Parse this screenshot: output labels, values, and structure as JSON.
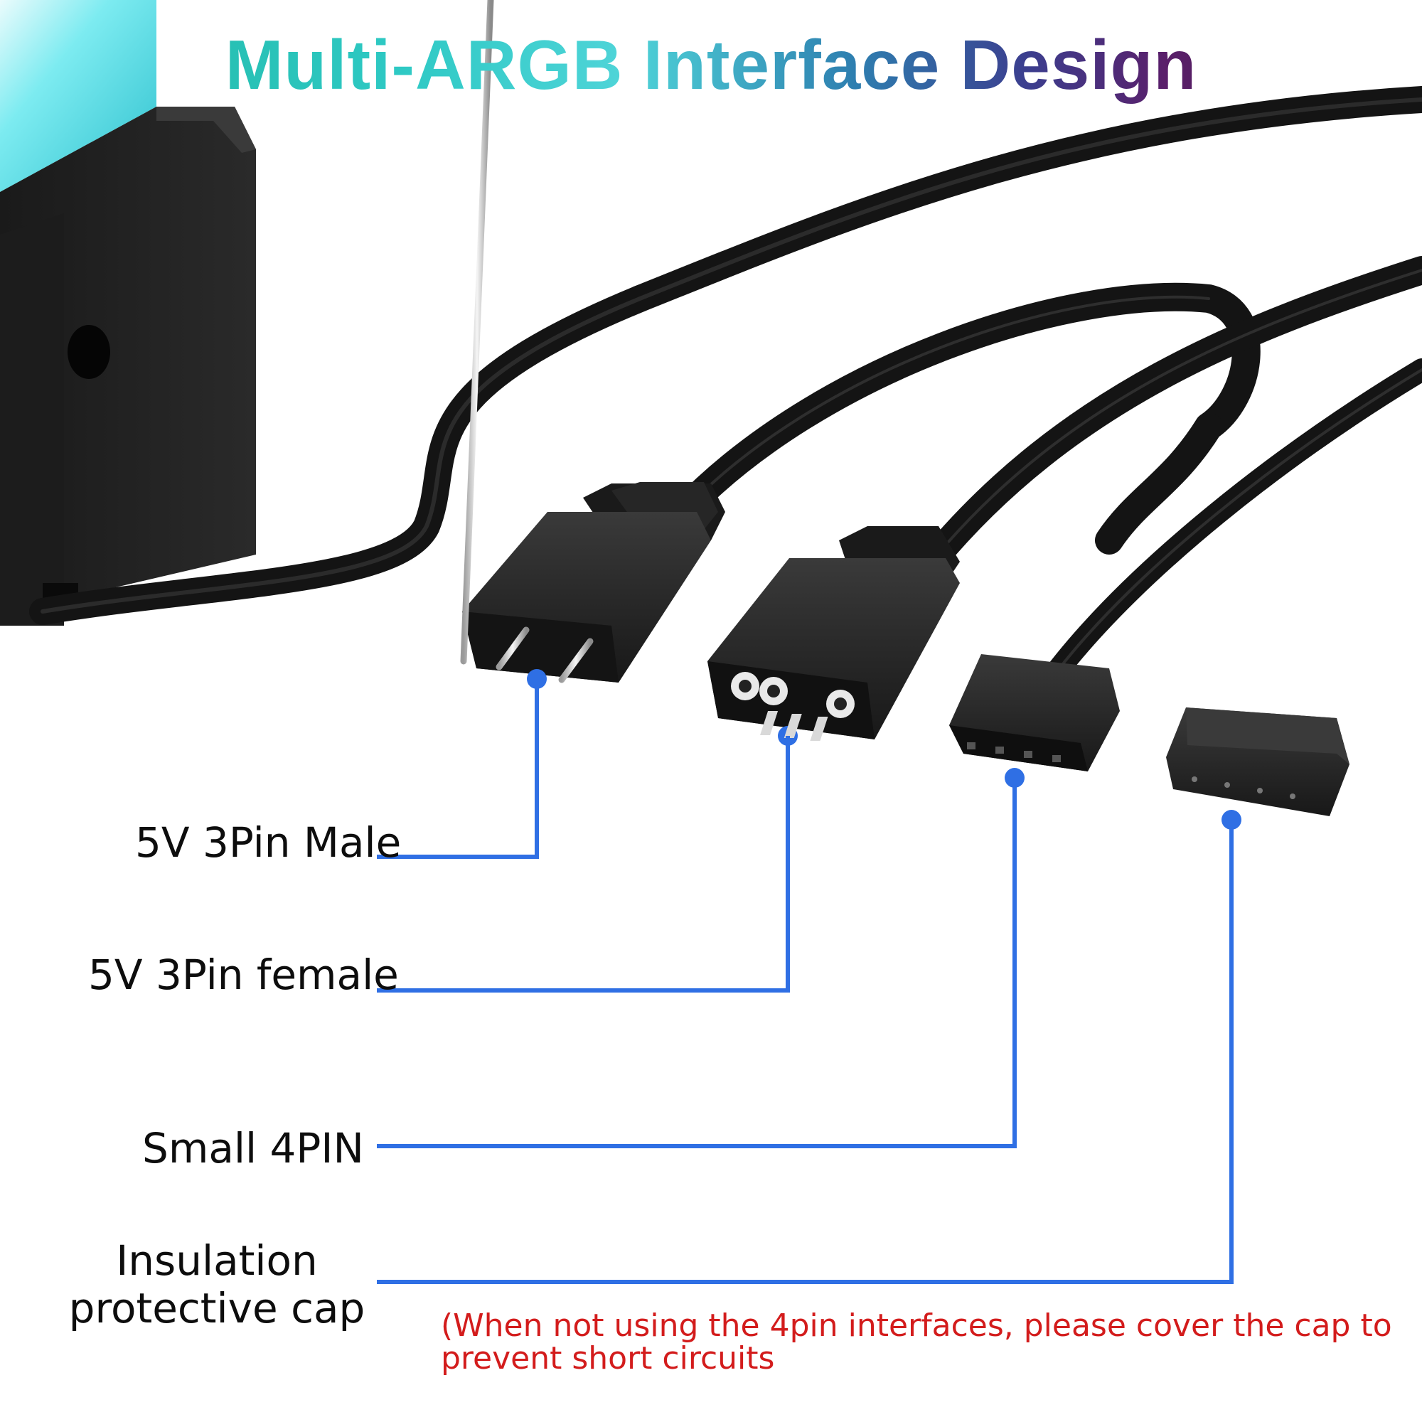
{
  "title": "Multi-ARGB Interface Design",
  "labels": {
    "male": "5V 3Pin Male",
    "female": "5V 3Pin female",
    "small4pin": "Small 4PIN",
    "cap": "Insulation protective cap"
  },
  "note": "(When not using the 4pin interfaces, please cover the cap to prevent short circuits",
  "colors": {
    "callout": "#2f6fe4",
    "note_text": "#d31c1c",
    "cable": "#141414",
    "glow": "#3fe3ec"
  },
  "icons": [
    "argb-hub-device",
    "3pin-male-connector",
    "3pin-female-connector",
    "small-4pin-connector",
    "insulation-cap"
  ]
}
